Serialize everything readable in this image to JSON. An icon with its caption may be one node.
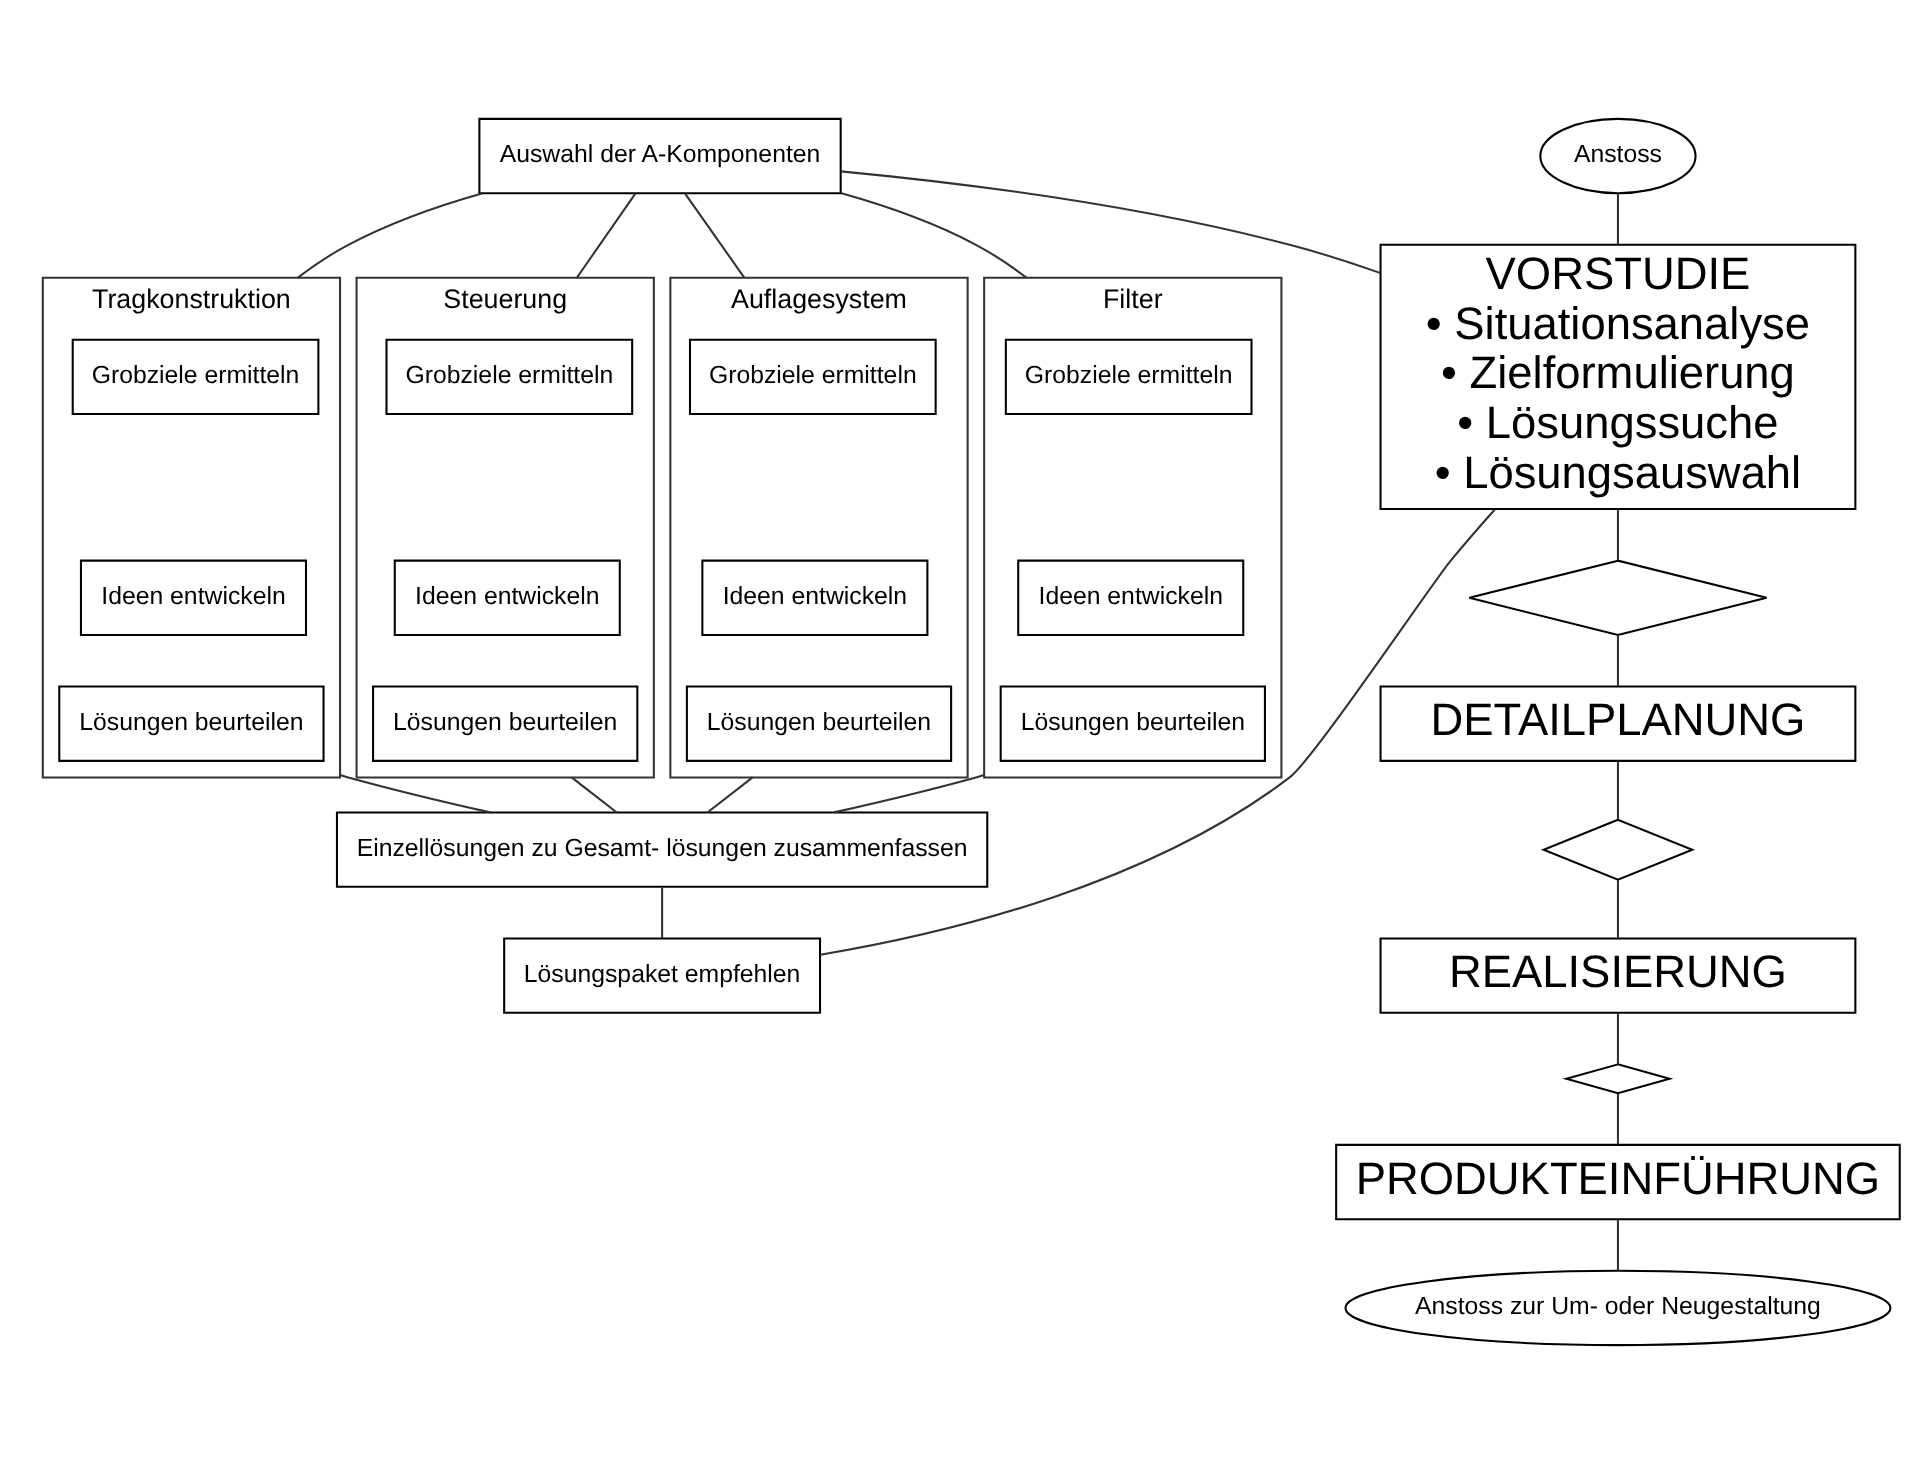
{
  "diagram": {
    "nodes": [
      {
        "text": [
          "Auswahl der A-Komponenten"
        ]
      },
      {
        "text": [
          "Tragkonstruktion"
        ]
      },
      {
        "text": [
          "Grobziele ermitteln"
        ],
        "in": 1
      },
      {
        "text": [
          "Ideen entwickeln"
        ],
        "in": 1
      },
      {
        "text": [
          "Lösungen beurteilen"
        ],
        "in": 1
      },
      {
        "text": [
          "Steuerung"
        ]
      },
      {
        "text": [
          "Grobziele ermitteln"
        ],
        "in": 5
      },
      {
        "text": [
          "Ideen entwickeln"
        ],
        "in": 5
      },
      {
        "text": [
          "Lösungen beurteilen"
        ],
        "in": 5
      },
      {
        "text": [
          "Auflagesystem"
        ]
      },
      {
        "text": [
          "Grobziele ermitteln"
        ],
        "in": 9
      },
      {
        "text": [
          "Ideen entwickeln"
        ],
        "in": 9
      },
      {
        "text": [
          "Lösungen beurteilen"
        ],
        "in": 9
      },
      {
        "text": [
          "Filter"
        ]
      },
      {
        "text": [
          "Grobziele ermitteln"
        ],
        "in": 13
      },
      {
        "text": [
          "Ideen entwickeln"
        ],
        "in": 13
      },
      {
        "text": [
          "Lösungen beurteilen"
        ],
        "in": 13
      },
      {
        "text": [
          "Einzellösungen zu Gesamt- lösungen zusammenfassen"
        ]
      },
      {
        "text": [
          "Lösungspaket empfehlen"
        ]
      },
      {
        "text": [
          "Anstoss"
        ]
      },
      {
        "text": [
          "VORSTUDIE",
          "• Situationsanalyse",
          "• Zielformulierung",
          "• Lösungssuche",
          "• Lösungsauswahl"
        ]
      },
      {
        "text": [],
        "shape": "diamond"
      },
      {
        "text": [
          "DETAILPLANUNG"
        ]
      },
      {
        "text": [],
        "shape": "diamond"
      },
      {
        "text": [
          "REALISIERUNG"
        ]
      },
      {
        "text": [],
        "shape": "diamond"
      },
      {
        "text": [
          "PRODUKTEINFÜHRUNG"
        ]
      },
      {
        "text": [
          "Anstoss zur Um- oder Neugestaltung"
        ]
      }
    ],
    "edges": [
      {
        "from": 0,
        "to": 1,
        "arrow": "none"
      },
      {
        "from": 0,
        "to": 5,
        "arrow": "none"
      },
      {
        "from": 0,
        "to": 9,
        "arrow": "none"
      },
      {
        "from": 0,
        "to": 13,
        "arrow": "none"
      },
      {
        "from": 1,
        "to": 17,
        "arrow": "none"
      },
      {
        "from": 5,
        "to": 17,
        "arrow": "none"
      },
      {
        "from": 9,
        "to": 17,
        "arrow": "none"
      },
      {
        "from": 13,
        "to": 17,
        "arrow": "none"
      },
      {
        "from": 17,
        "to": 18,
        "arrow": "none"
      },
      {
        "from": 0,
        "to": 20,
        "arrow": "none"
      },
      {
        "from": 18,
        "to": 20,
        "arrow": "none"
      },
      {
        "from": 19,
        "to": 20,
        "arrow": "none"
      },
      {
        "from": 20,
        "to": 21,
        "arrow": "none"
      },
      {
        "from": 21,
        "to": 22,
        "arrow": "none"
      },
      {
        "from": 22,
        "to": 23,
        "arrow": "none"
      },
      {
        "from": 23,
        "to": 24,
        "arrow": "none"
      },
      {
        "from": 24,
        "to": 25,
        "arrow": "none"
      },
      {
        "from": 25,
        "to": 26,
        "arrow": "none"
      },
      {
        "from": 26,
        "to": 27,
        "arrow": "none"
      }
    ]
  }
}
